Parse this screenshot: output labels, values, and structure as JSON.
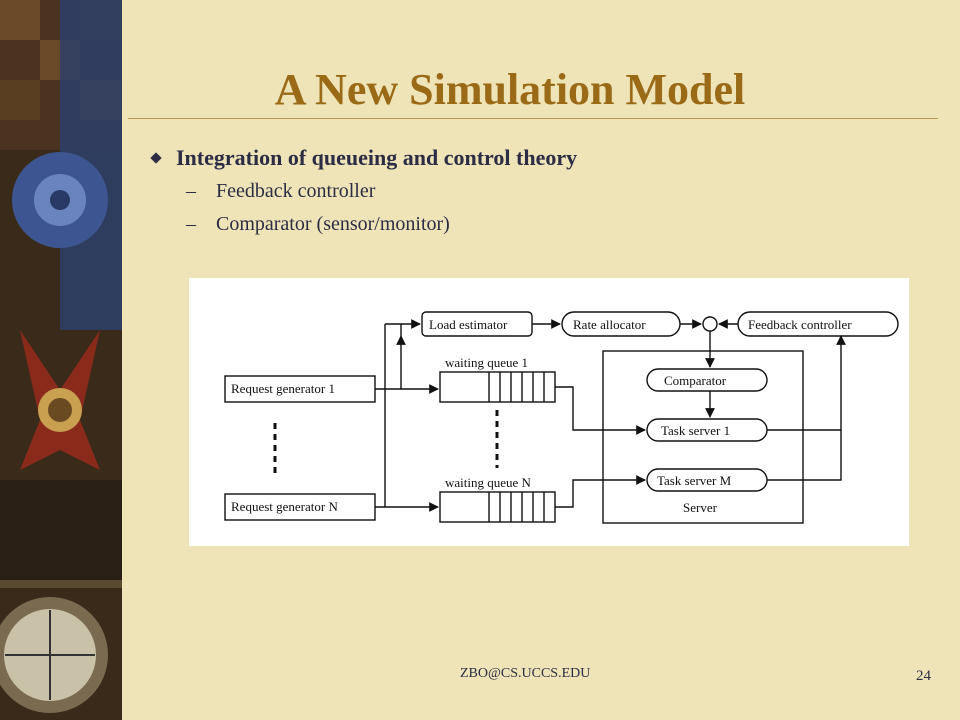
{
  "slide": {
    "title": "A New Simulation Model",
    "bullet_main": "Integration of queueing and control theory",
    "sub_bullets": [
      "Feedback controller",
      "Comparator (sensor/monitor)"
    ],
    "dash": "–",
    "footer": "ZBO@CS.UCCS.EDU",
    "page_number": "24"
  },
  "diagram": {
    "load_estimator": "Load estimator",
    "rate_allocator": "Rate allocator",
    "feedback_controller": "Feedback controller",
    "waiting_queue_1": "waiting queue 1",
    "waiting_queue_n": "waiting queue N",
    "request_generator_1": "Request generator 1",
    "request_generator_n": "Request generator N",
    "comparator": "Comparator",
    "task_server_1": "Task server 1",
    "task_server_m": "Task server M",
    "server": "Server"
  }
}
